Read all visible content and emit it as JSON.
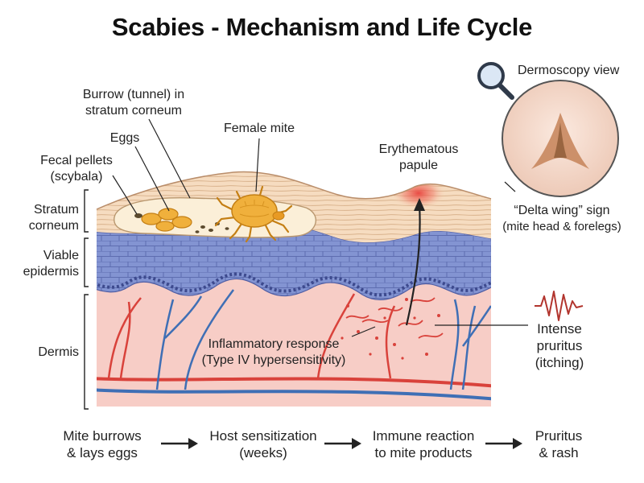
{
  "title": "Scabies - Mechanism and Life Cycle",
  "layers": {
    "stratum_corneum_l1": "Stratum",
    "stratum_corneum_l2": "corneum",
    "viable_epidermis_l1": "Viable",
    "viable_epidermis_l2": "epidermis",
    "dermis": "Dermis"
  },
  "annotations": {
    "burrow_l1": "Burrow (tunnel) in",
    "burrow_l2": "stratum corneum",
    "eggs": "Eggs",
    "female_mite": "Female mite",
    "fecal_l1": "Fecal pellets",
    "fecal_l2": "(scybala)",
    "papule_l1": "Erythematous",
    "papule_l2": "papule",
    "inflammatory_l1": "Inflammatory response",
    "inflammatory_l2": "(Type IV hypersensitivity)",
    "pruritus_l1": "Intense",
    "pruritus_l2": "pruritus",
    "pruritus_l3": "(itching)"
  },
  "dermoscopy": {
    "label": "Dermoscopy view",
    "sign_l1": "“Delta wing” sign",
    "sign_l2": "(mite head & forelegs)"
  },
  "flow_steps": [
    {
      "l1": "Mite burrows",
      "l2": "& lays eggs"
    },
    {
      "l1": "Host sensitization",
      "l2": "(weeks)"
    },
    {
      "l1": "Immune reaction",
      "l2": "to mite products"
    },
    {
      "l1": "Pruritus",
      "l2": "& rash"
    }
  ],
  "colors": {
    "stratum_corneum": "#f6dcc0",
    "epidermis": "#7f8fcf",
    "dermis": "#f7cdc6",
    "mite": "#f0b03c",
    "papule": "#e8423c",
    "artery": "#d9423b",
    "vein": "#3f6fb5"
  },
  "icons": [
    "magnifier-icon",
    "itch-wave-icon",
    "arrow-right-icon"
  ]
}
